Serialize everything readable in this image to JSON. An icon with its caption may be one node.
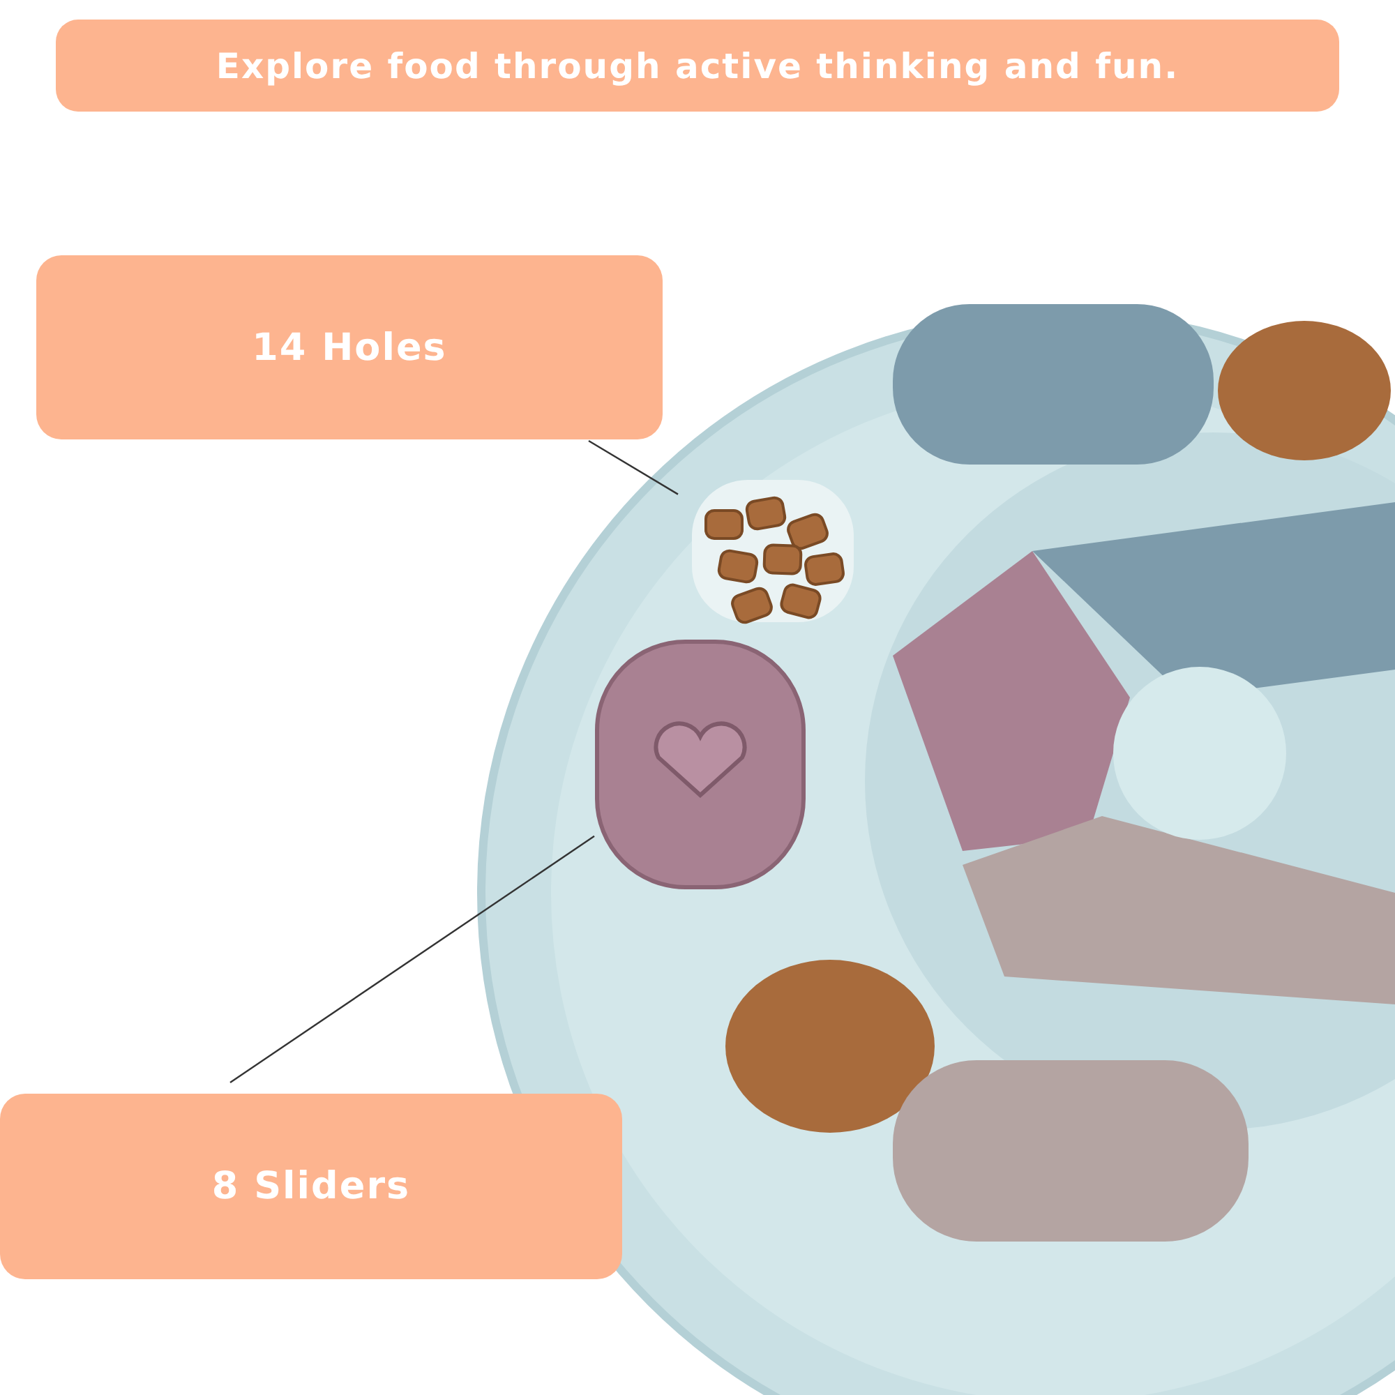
{
  "diagram": {
    "title": "Explore food through active thinking and fun.",
    "nodes": [
      {
        "text": [
          "14 Holes"
        ]
      },
      {
        "text": [],
        "shape": "picture"
      },
      {
        "text": [
          "8 Sliders"
        ]
      },
      {
        "text": [],
        "shape": "picture"
      }
    ],
    "edges": [
      {
        "from": 0,
        "to": 1,
        "arrow": "none"
      },
      {
        "from": 2,
        "to": 3,
        "arrow": "none"
      }
    ]
  }
}
